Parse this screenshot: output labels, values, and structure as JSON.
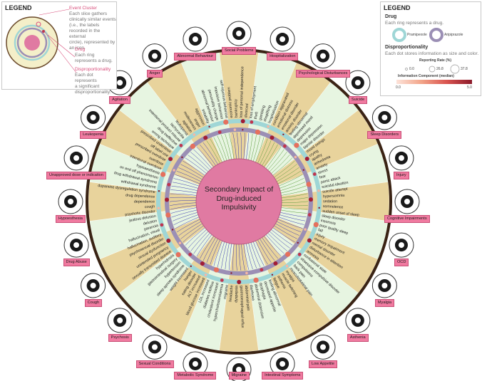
{
  "center_title": [
    "Secondary Impact of",
    "Drug-induced",
    "Impulsivity"
  ],
  "legend_left": {
    "title": "LEGEND",
    "event_cluster_title": "Event Cluster",
    "event_cluster_text": [
      "Each slice gathers",
      "clinically similar events",
      "(i.e., the labels",
      "recorded in the external",
      "circle), represented by",
      "an icon."
    ],
    "drug_title": "Drug",
    "drug_text": [
      "Each ring",
      "represents a drug."
    ],
    "disp_title": "Disproportionality",
    "disp_text": [
      "Each dot represents",
      "a significant",
      "disproportionality."
    ]
  },
  "legend_right": {
    "title": "LEGEND",
    "drug_head": "Drug",
    "drug_text": "Each ring represents a drug.",
    "drug1": "Pramipexole",
    "drug2": "Aripiprazole",
    "disp_head": "Disproportionality",
    "disp_text": "Each dot stores information as size and color.",
    "reporting_rate": "Reporting Rate (%)",
    "rr_values": [
      "0.0",
      "26.8",
      "37.8"
    ],
    "ic_title": "Information Component (median)",
    "ic_min": "0.0",
    "ic_max": "5.0",
    "colors": {
      "drug1": "#9fd6d6",
      "drug2": "#9b8fb5",
      "ic_low": "#fde3da",
      "ic_high": "#8b1a2a"
    }
  },
  "categories": [
    {
      "label": "Social Problems",
      "icon": "dollar-icon"
    },
    {
      "label": "Hospitalization",
      "icon": "hospital-icon"
    },
    {
      "label": "Psychological Disturbances",
      "icon": "sad-face-icon"
    },
    {
      "label": "Suicide",
      "icon": "hanging-icon"
    },
    {
      "label": "Sleep Disorders",
      "icon": "bed-icon"
    },
    {
      "label": "Injury",
      "icon": "injury-icon"
    },
    {
      "label": "Cognitive Impairments",
      "icon": "brain-head-icon"
    },
    {
      "label": "OCD",
      "icon": "ocd-flower-icon"
    },
    {
      "label": "Myalgia",
      "icon": "muscle-arm-icon"
    },
    {
      "label": "Asthenia",
      "icon": "gauge-icon"
    },
    {
      "label": "Low Appetite",
      "icon": "food-icon"
    },
    {
      "label": "Intestinal Symptoms",
      "icon": "stomach-icon"
    },
    {
      "label": "Migraine",
      "icon": "migraine-head-icon"
    },
    {
      "label": "Metabolic Syndrome",
      "icon": "scale-icon"
    },
    {
      "label": "Sexual Conditions",
      "icon": "pregnant-icon"
    },
    {
      "label": "Psychosis",
      "icon": "psychosis-head-icon"
    },
    {
      "label": "Cough",
      "icon": "cough-head-icon"
    },
    {
      "label": "Drug Abuse",
      "icon": "pill-bottle-icon"
    },
    {
      "label": "Hypoesthesia",
      "icon": "needle-icon"
    },
    {
      "label": "Unapproved dose or indication",
      "icon": "prescription-icon"
    },
    {
      "label": "Leukopenia",
      "icon": "virus-icon"
    },
    {
      "label": "Agitation",
      "icon": "running-icon"
    },
    {
      "label": "Anger",
      "icon": "fist-icon"
    },
    {
      "label": "Abnormal Behaviour",
      "icon": "person-icon"
    }
  ],
  "events": [
    "economic problem",
    "bankruptcy",
    "loss of personal independence",
    "divorced",
    "loss of employment",
    "theft",
    "gambling",
    "shoplifting",
    "hospitalisation",
    "condition aggravated",
    "emotional distress",
    "emotional disorder",
    "anxiety disorder",
    "feeling abnormal",
    "depressed mood",
    "depression",
    "major depression",
    "bipolar disorder",
    "mood swings",
    "crying",
    "apathy",
    "anhedonia",
    "anxiety",
    "stress",
    "fear",
    "panic attack",
    "suicidal ideation",
    "suicide attempt",
    "hypersomnia",
    "sedation",
    "somnolence",
    "sudden onset of sleep",
    "sleep disorder",
    "insomnia",
    "poor quality sleep",
    "fall",
    "injury",
    "memory impairment",
    "mental disorder",
    "disturbance in attention",
    "amnesia",
    "confusional state",
    "obsessive-compulsive disorder",
    "compulsions",
    "back pain",
    "musculoskeletal pain",
    "myalgia",
    "muscle twitching",
    "asthenia",
    "fatigue",
    "feeling abnormal",
    "decreased appetite",
    "dysphagia",
    "abdominal distension",
    "diarrhoea",
    "abdominal pain",
    "gastrooesophageal reflux",
    "dyspepsia",
    "headache",
    "migraine",
    "hypercholesterolaemia",
    "cholesterol increased",
    "diabetes mellitus",
    "LDL increased",
    "blood glucose increased",
    "ALT increased",
    "eating disorder",
    "hunger",
    "weight increased",
    "sleep apnoea syndrome",
    "hypertension",
    "gastrointestinal surgery",
    "hyperhidrosis",
    "sexually transmitted disease",
    "unintended pregnancy",
    "sexual dysfunction",
    "psychosexual disorder",
    "hallucination, auditory",
    "hallucination, visual",
    "paranoia",
    "delusion",
    "jealous delusion",
    "psychotic disorder",
    "cough",
    "dependence",
    "drug dependence",
    "dopamine dysregulation syndrome",
    "withdrawal syndrome",
    "drug withdrawal syndrome",
    "on and off phenomenon",
    "hypoaesthesia",
    "intentional overdose",
    "overdose",
    "prescribed overdose",
    "off label use",
    "prescribed underdose",
    "wrong technique",
    "drug ineffective",
    "intentional product misuse",
    "tachycardia",
    "leukopenia",
    "agitation",
    "restlessness",
    "anger",
    "aggression",
    "irritability",
    "abnormal behaviour",
    "personality change",
    "impulsive behaviour",
    "self-injurious behaviour"
  ]
}
